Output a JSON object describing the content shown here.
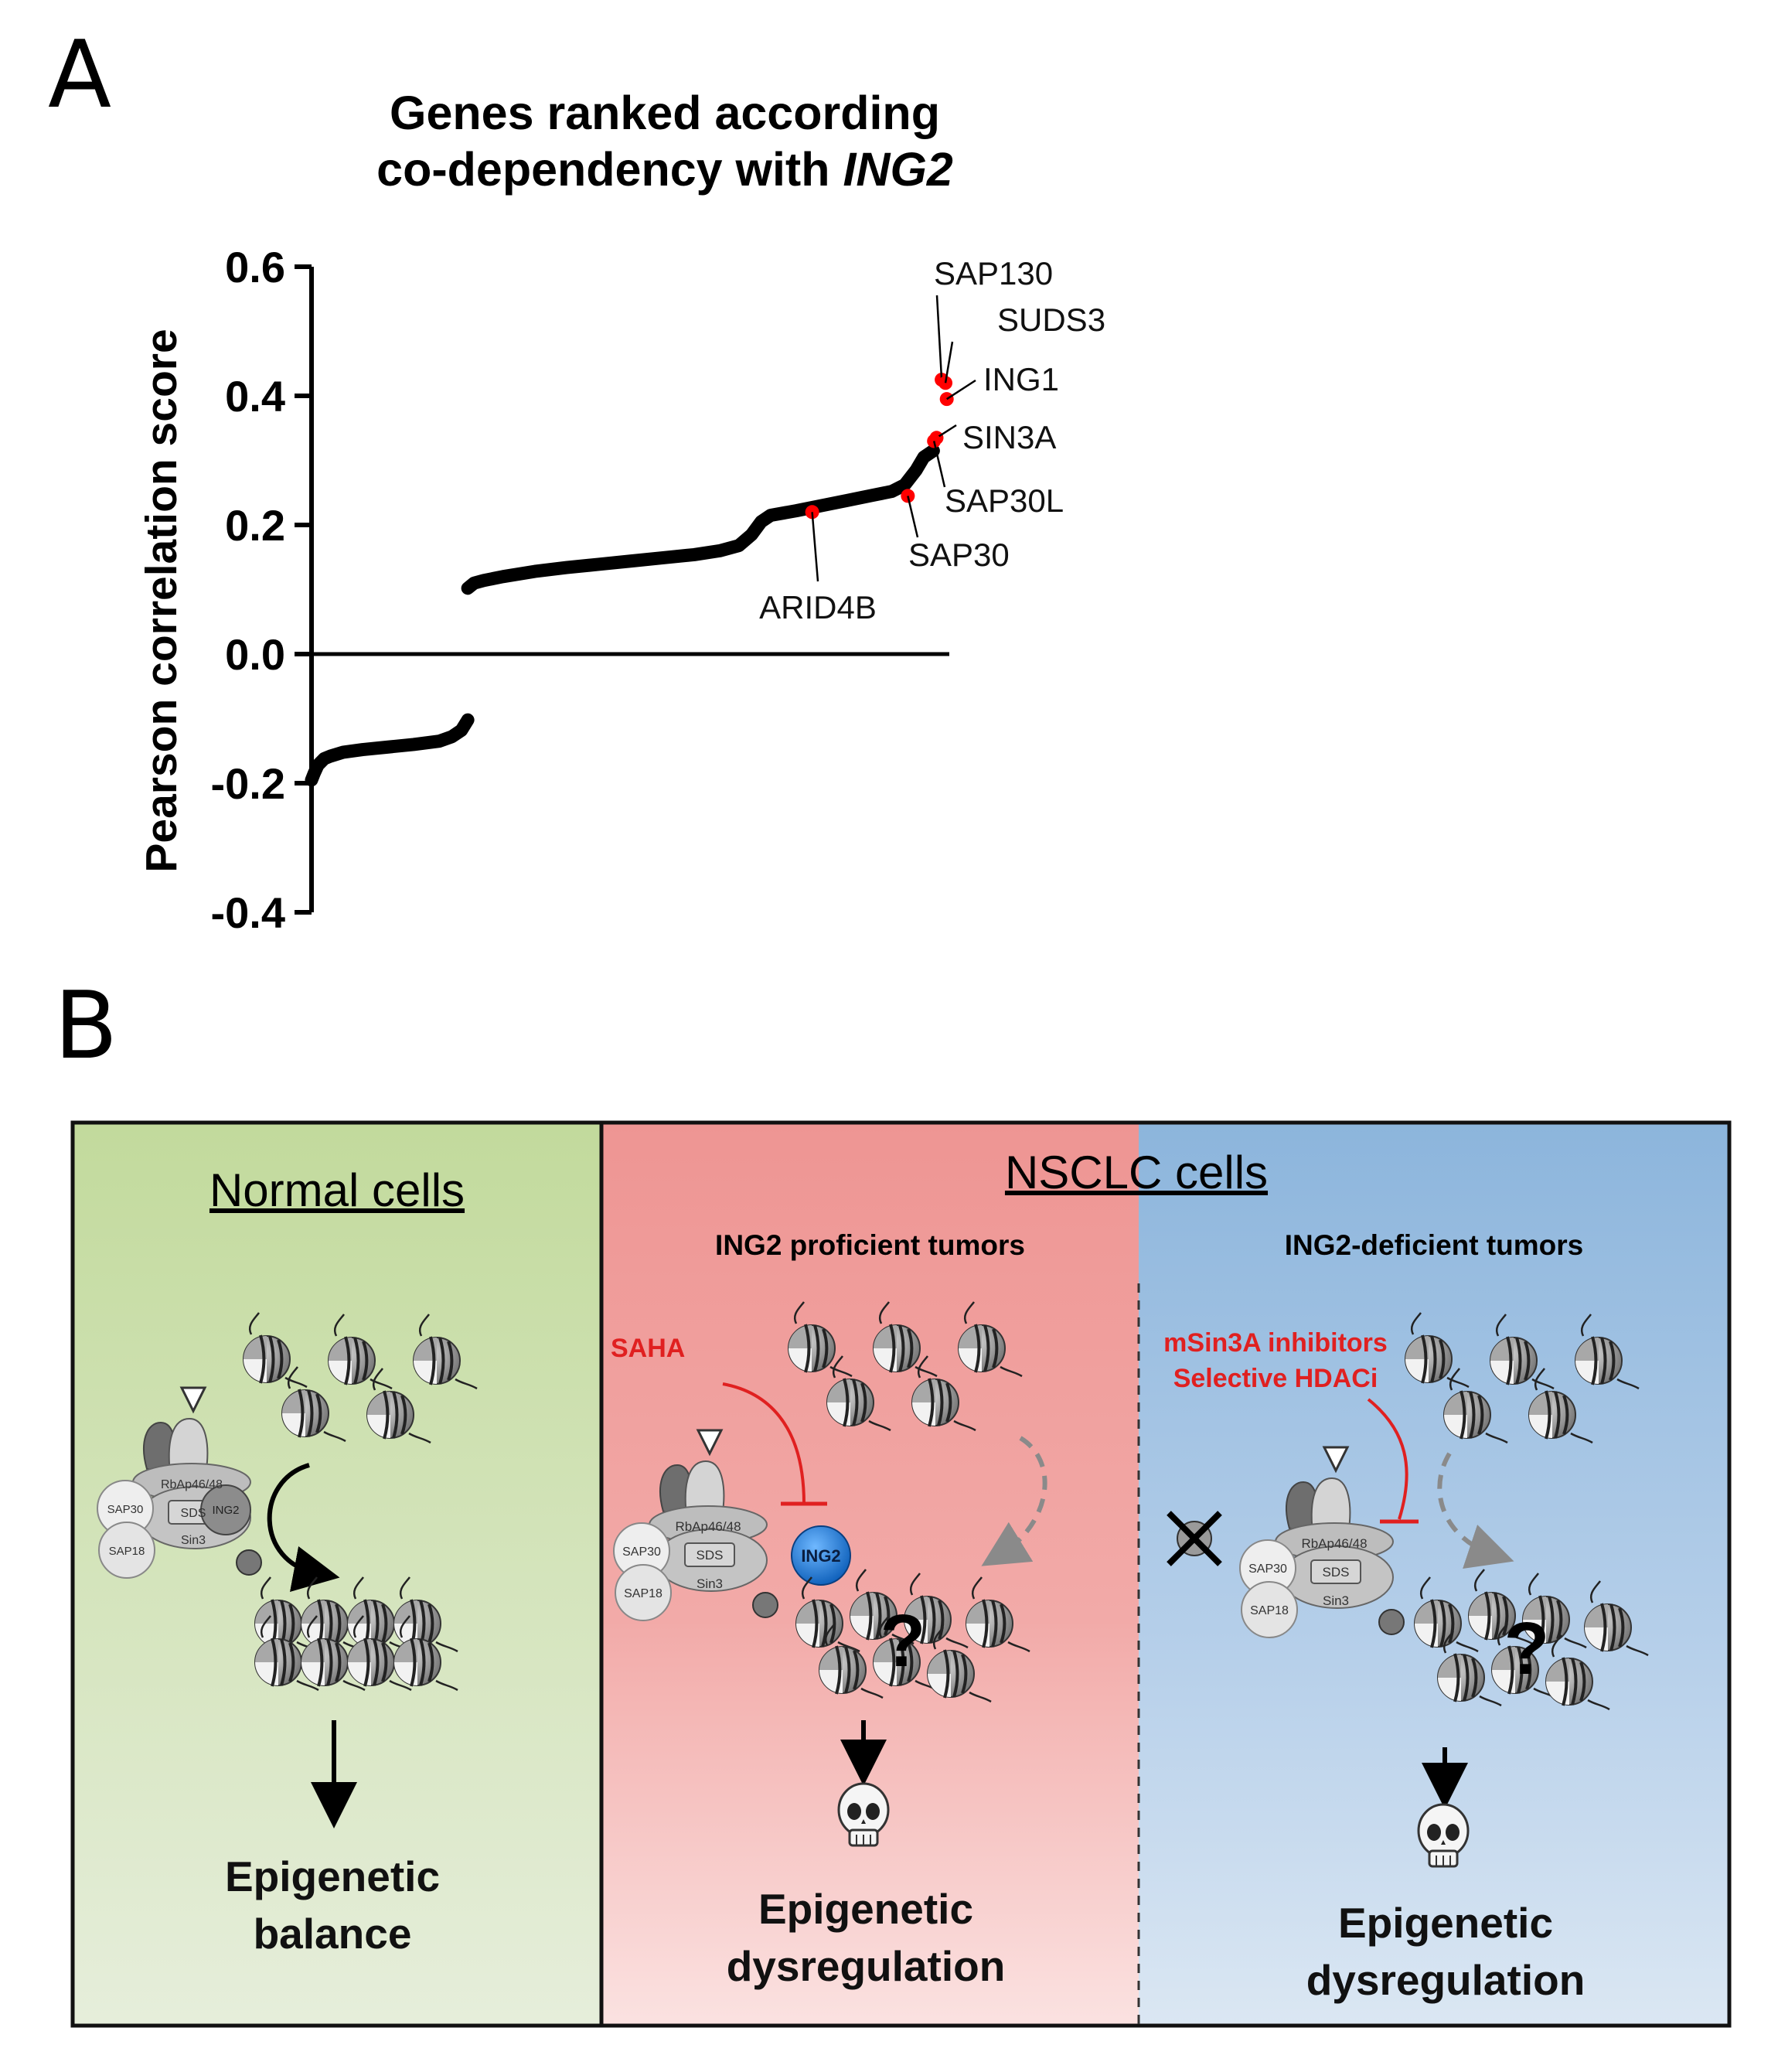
{
  "panel_a": {
    "label": "A",
    "title_line1": "Genes ranked according",
    "title_line2_prefix": "co-dependency with ",
    "title_line2_gene": "ING2"
  },
  "panel_b": {
    "label": "B",
    "normal": {
      "heading": "Normal cells",
      "outcome_line1": "Epigenetic",
      "outcome_line2": "balance",
      "complex_extra": "ING2"
    },
    "nsclc": {
      "heading": "NSCLC cells"
    },
    "proficient": {
      "heading": "ING2 proficient tumors",
      "drug": "SAHA",
      "ing2_badge": "ING2",
      "question": "?",
      "outcome_line1": "Epigenetic",
      "outcome_line2": "dysregulation"
    },
    "deficient": {
      "heading": "ING2-deficient tumors",
      "drug_line1": "mSin3A inhibitors",
      "drug_line2": "Selective HDACi",
      "question": "?",
      "outcome_line1": "Epigenetic",
      "outcome_line2": "dysregulation"
    },
    "complex_labels": {
      "rbap": "RbAp46/48",
      "sap30": "SAP30",
      "sds": "SDS",
      "sap18": "SAP18",
      "sin3": "Sin3"
    },
    "colors": {
      "normal_bg": "#c4dba0",
      "proficient_bg": "#ef9a98",
      "deficient_bg": "#8fb7dc",
      "inhibitor": "#e02020"
    }
  },
  "chart_data": {
    "type": "scatter",
    "title": "Genes ranked according co-dependency with ING2",
    "xlabel": "",
    "ylabel": "Pearson correlation score",
    "ylim": [
      -0.4,
      0.6
    ],
    "yticks": [
      -0.4,
      -0.2,
      0.0,
      0.2,
      0.4,
      0.6
    ],
    "ytick_labels": [
      "-0.4",
      "-0.2",
      "0.0",
      "0.2",
      "0.4",
      "0.6"
    ],
    "grid": false,
    "legend": "none",
    "curve_color": "#000000",
    "highlight_color": "#ff0000",
    "x_range": [
      0,
      100
    ],
    "background_curve": [
      [
        0,
        -0.195
      ],
      [
        0.4,
        -0.185
      ],
      [
        1,
        -0.172
      ],
      [
        2,
        -0.162
      ],
      [
        3,
        -0.158
      ],
      [
        5,
        -0.152
      ],
      [
        8,
        -0.148
      ],
      [
        12,
        -0.144
      ],
      [
        16,
        -0.14
      ],
      [
        20,
        -0.135
      ],
      [
        22,
        -0.128
      ],
      [
        23.5,
        -0.118
      ],
      [
        24.5,
        -0.102
      ],
      [
        24.5,
        0.102
      ],
      [
        25.5,
        0.11
      ],
      [
        27,
        0.114
      ],
      [
        30,
        0.12
      ],
      [
        35,
        0.128
      ],
      [
        40,
        0.134
      ],
      [
        45,
        0.139
      ],
      [
        50,
        0.144
      ],
      [
        55,
        0.149
      ],
      [
        60,
        0.154
      ],
      [
        64,
        0.16
      ],
      [
        67,
        0.168
      ],
      [
        69,
        0.185
      ],
      [
        70.5,
        0.205
      ],
      [
        72,
        0.215
      ],
      [
        76,
        0.222
      ],
      [
        80,
        0.23
      ],
      [
        84,
        0.238
      ],
      [
        88,
        0.246
      ],
      [
        91,
        0.252
      ],
      [
        93,
        0.262
      ],
      [
        94.8,
        0.285
      ],
      [
        96,
        0.305
      ],
      [
        97.5,
        0.315
      ]
    ],
    "highlighted_genes": [
      {
        "name": "SAP130",
        "x": 98.8,
        "y": 0.425
      },
      {
        "name": "SUDS3",
        "x": 99.4,
        "y": 0.42
      },
      {
        "name": "ING1",
        "x": 99.6,
        "y": 0.395
      },
      {
        "name": "SIN3A",
        "x": 98.0,
        "y": 0.335
      },
      {
        "name": "SAP30L",
        "x": 97.6,
        "y": 0.33
      },
      {
        "name": "SAP30",
        "x": 93.5,
        "y": 0.245
      },
      {
        "name": "ARID4B",
        "x": 78.5,
        "y": 0.22
      }
    ]
  }
}
